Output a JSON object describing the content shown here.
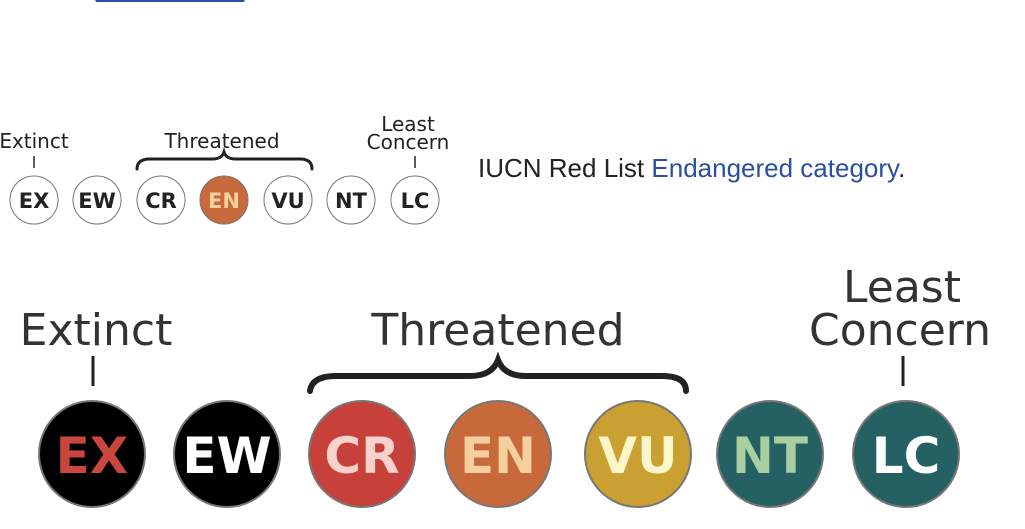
{
  "caption": {
    "prefix": "IUCN Red List ",
    "link_text": "Endangered category",
    "suffix": "."
  },
  "scale_small": {
    "group_labels": {
      "extinct": "Extinct",
      "threatened": "Threatened",
      "least_concern_line1": "Least",
      "least_concern_line2": "Concern"
    },
    "highlighted": "EN",
    "highlight_color": "#c8693b",
    "categories": [
      {
        "code": "EX"
      },
      {
        "code": "EW"
      },
      {
        "code": "CR"
      },
      {
        "code": "EN"
      },
      {
        "code": "VU"
      },
      {
        "code": "NT"
      },
      {
        "code": "LC"
      }
    ]
  },
  "scale_large": {
    "group_labels": {
      "extinct": "Extinct",
      "threatened": "Threatened",
      "least_concern_line1": "Least",
      "least_concern_line2": "Concern"
    },
    "categories": [
      {
        "code": "EX",
        "fill": "#000000",
        "text_color": "#c8463e"
      },
      {
        "code": "EW",
        "fill": "#000000",
        "text_color": "#ffffff"
      },
      {
        "code": "CR",
        "fill": "#c7413a",
        "text_color": "#f7d1cc"
      },
      {
        "code": "EN",
        "fill": "#c8693b",
        "text_color": "#f6cf9e"
      },
      {
        "code": "VU",
        "fill": "#c9a031",
        "text_color": "#fdf6c8"
      },
      {
        "code": "NT",
        "fill": "#256063",
        "text_color": "#a8cfa2"
      },
      {
        "code": "LC",
        "fill": "#256063",
        "text_color": "#ffffff"
      }
    ]
  }
}
